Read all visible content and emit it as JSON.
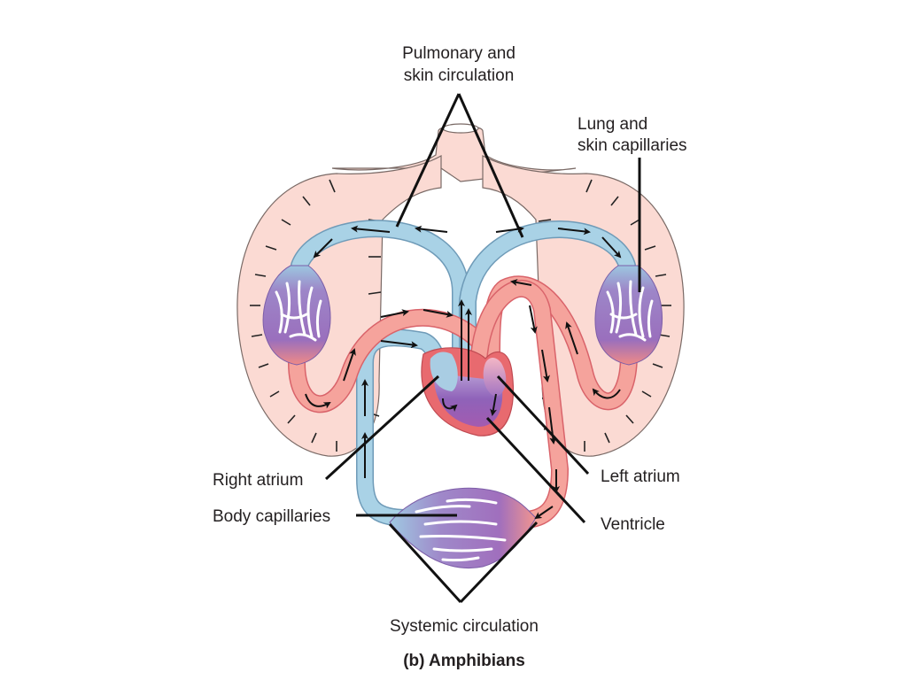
{
  "figure": {
    "caption": "(b) Amphibians",
    "labels": {
      "pulmonary_line1": "Pulmonary and",
      "pulmonary_line2": "skin circulation",
      "lung_line1": "Lung and",
      "lung_line2": "skin capillaries",
      "right_atrium": "Right atrium",
      "body_capillaries": "Body capillaries",
      "left_atrium": "Left atrium",
      "ventricle": "Ventricle",
      "systemic": "Systemic circulation"
    },
    "colors": {
      "lung_tissue": "#fbdad3",
      "deoxygenated_vessel": "#a9d2e6",
      "oxygenated_vessel": "#f5a39c",
      "capillary_bed": "#9b7cc1",
      "heart_wall": "#e86a6f",
      "heart_chamber": "#8a63b8",
      "text": "#231f20"
    }
  }
}
